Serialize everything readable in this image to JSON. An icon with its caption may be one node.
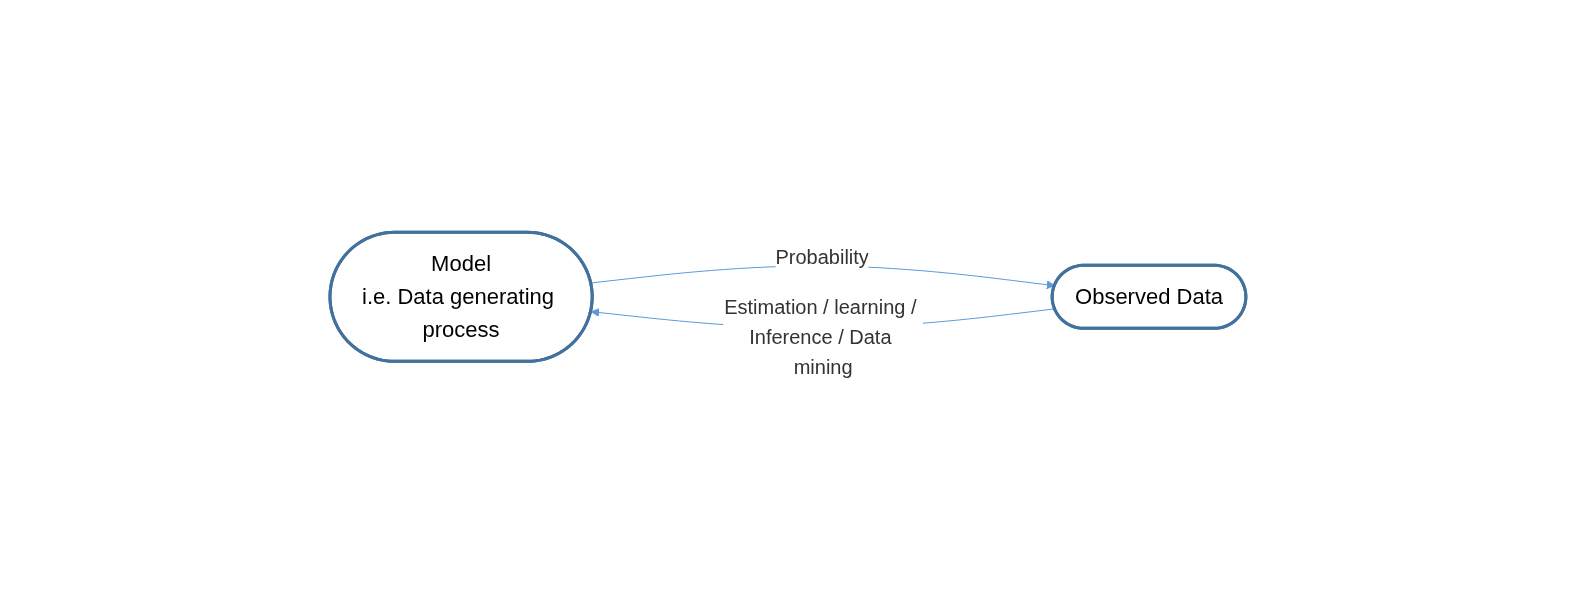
{
  "diagram": {
    "nodes": [
      {
        "text": [
          "Model",
          "i.e. Data generating process"
        ]
      },
      {
        "text": [
          "Observed Data"
        ]
      }
    ],
    "edges": [
      {
        "from": 0,
        "to": 1,
        "arrow": "to",
        "label": "Probability"
      },
      {
        "from": 1,
        "to": 0,
        "arrow": "to",
        "label": "Estimation / learning / Inference / Data mining"
      }
    ]
  }
}
